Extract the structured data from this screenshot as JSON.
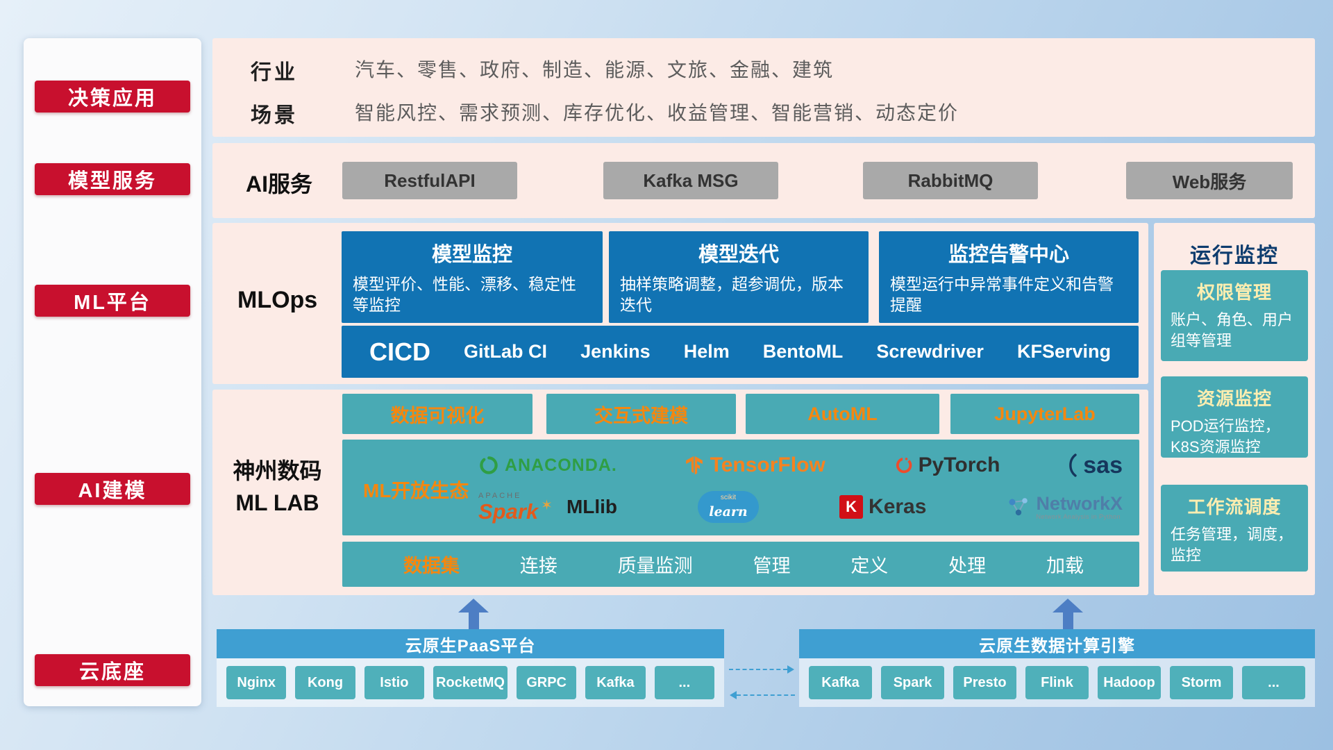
{
  "sidebar": {
    "items": [
      {
        "label": "决策应用"
      },
      {
        "label": "模型服务"
      },
      {
        "label": "ML平台"
      },
      {
        "label": "AI建模"
      },
      {
        "label": "云底座"
      }
    ]
  },
  "industry": {
    "row1_label": "行业",
    "row1_text": "汽车、零售、政府、制造、能源、文旅、金融、建筑",
    "row2_label": "场景",
    "row2_text": "智能风控、需求预测、库存优化、收益管理、智能营销、动态定价"
  },
  "ai_service": {
    "label": "AI服务",
    "buttons": [
      "RestfulAPI",
      "Kafka MSG",
      "RabbitMQ",
      "Web服务"
    ]
  },
  "mlops": {
    "label": "MLOps",
    "cards": [
      {
        "title": "模型监控",
        "desc": "模型评价、性能、漂移、稳定性等监控"
      },
      {
        "title": "模型迭代",
        "desc": "抽样策略调整，超参调优，版本迭代"
      },
      {
        "title": "监控告警中心",
        "desc": "模型运行中异常事件定义和告警提醒"
      }
    ],
    "cicd_label": "CICD",
    "cicd_tools": [
      "GitLab CI",
      "Jenkins",
      "Helm",
      "BentoML",
      "Screwdriver",
      "KFServing"
    ]
  },
  "mllab": {
    "label_line1": "神州数码",
    "label_line2": "ML LAB",
    "tools": [
      "数据可视化",
      "交互式建模",
      "AutoML",
      "JupyterLab"
    ],
    "eco_label": "ML开放生态",
    "logos": {
      "anaconda": "ANACONDA.",
      "tensorflow": "TensorFlow",
      "pytorch": "PyTorch",
      "sas": "sas",
      "apache": "APACHE",
      "spark": "Spark",
      "star": "✶",
      "mllib": "MLlib",
      "scikit": "scikit",
      "learn": "learn",
      "keras_k": "K",
      "keras": "Keras",
      "networkx": "NetworkX",
      "networkx_sub": "Network Analysis in Python"
    },
    "data_row": {
      "label": "数据集",
      "items": [
        "连接",
        "质量监测",
        "管理",
        "定义",
        "处理",
        "加载"
      ]
    }
  },
  "monitoring": {
    "title": "运行监控",
    "cards": [
      {
        "title": "权限管理",
        "desc": "账户、角色、用户组等管理"
      },
      {
        "title": "资源监控",
        "desc": "POD运行监控，K8S资源监控"
      },
      {
        "title": "工作流调度",
        "desc": "任务管理，调度，监控"
      }
    ]
  },
  "bottom": {
    "paas_title": "云原生PaaS平台",
    "paas_items": [
      "Nginx",
      "Kong",
      "Istio",
      "RocketMQ",
      "GRPC",
      "Kafka",
      "..."
    ],
    "engine_title": "云原生数据计算引擎",
    "engine_items": [
      "Kafka",
      "Spark",
      "Presto",
      "Flink",
      "Hadoop",
      "Storm",
      "..."
    ]
  },
  "colors": {
    "red": "#c8102e",
    "panel_pink": "#fcebe6",
    "blue": "#1173b3",
    "teal": "#49aab4",
    "orange": "#f5870f",
    "header_blue": "#3f9fd2"
  }
}
